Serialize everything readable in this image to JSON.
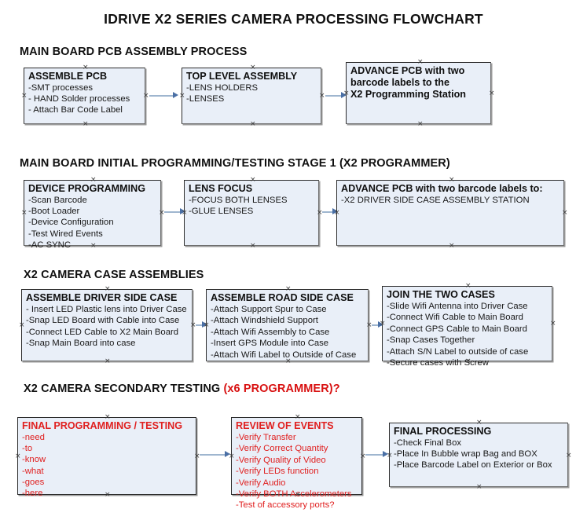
{
  "document": {
    "title": "IDRIVE X2  SERIES CAMERA PROCESSING FLOWCHART"
  },
  "sections": [
    {
      "id": "main-board-pcb-assembly",
      "heading": "MAIN BOARD PCB ASSEMBLY PROCESS",
      "heading_red": "",
      "boxes": [
        {
          "title": "ASSEMBLE PCB",
          "lines": [
            "-SMT processes",
            "- HAND Solder processes",
            "- Attach Bar Code Label"
          ],
          "color": "black"
        },
        {
          "title": "TOP LEVEL ASSEMBLY",
          "lines": [
            "-LENS HOLDERS",
            "-LENSES"
          ],
          "color": "black"
        },
        {
          "title": "ADVANCE PCB with two",
          "lines": [
            "barcode labels to the",
            " X2 Programming Station"
          ],
          "color": "black"
        }
      ]
    },
    {
      "id": "initial-programming-testing",
      "heading": "MAIN BOARD INITIAL PROGRAMMING/TESTING STAGE 1 (X2 PROGRAMMER)",
      "heading_red": "",
      "boxes": [
        {
          "title": "DEVICE PROGRAMMING",
          "lines": [
            "-Scan Barcode",
            "-Boot Loader",
            "-Device Configuration",
            "-Test Wired Events",
            "-AC SYNC"
          ],
          "color": "black"
        },
        {
          "title": "LENS FOCUS",
          "lines": [
            "-FOCUS BOTH LENSES",
            "-GLUE LENSES"
          ],
          "color": "black"
        },
        {
          "title": "ADVANCE PCB with two barcode labels to:",
          "lines": [
            "-X2 DRIVER  SIDE  CASE  ASSEMBLY STATION"
          ],
          "color": "black"
        }
      ]
    },
    {
      "id": "camera-case-assemblies",
      "heading": "X2 CAMERA CASE ASSEMBLIES",
      "heading_red": "",
      "boxes": [
        {
          "title": "ASSEMBLE DRIVER SIDE CASE",
          "lines": [
            "- Insert LED Plastic lens into Driver Case",
            "-Snap LED Board with Cable into Case",
            "-Connect LED Cable to X2 Main Board",
            "-Snap Main Board into case"
          ],
          "color": "black"
        },
        {
          "title": "ASSEMBLE ROAD SIDE CASE",
          "lines": [
            "-Attach Support Spur to Case",
            "-Attach Windshield Support",
            "-Attach Wifi Assembly to Case",
            "-Insert GPS Module into Case",
            "-Attach Wifi Label to Outside of Case"
          ],
          "color": "black"
        },
        {
          "title": "JOIN THE TWO CASES",
          "lines": [
            "-Slide Wifi Antenna into Driver Case",
            "-Connect Wifi Cable to Main Board",
            "-Connect GPS Cable to Main Board",
            "-Snap Cases Together",
            "-Attach S/N Label to outside of case",
            "-Secure cases with Screw"
          ],
          "color": "black"
        }
      ]
    },
    {
      "id": "secondary-testing",
      "heading": "X2 CAMERA SECONDARY TESTING ",
      "heading_red": "(x6 PROGRAMMER)?",
      "boxes": [
        {
          "title": "FINAL PROGRAMMING / TESTING",
          "lines": [
            "-need",
            "-to",
            "-know",
            "-what",
            "-goes",
            "-here"
          ],
          "color": "red"
        },
        {
          "title": "REVIEW OF EVENTS",
          "lines": [
            "-Verify Transfer",
            "-Verify Correct Quantity",
            "-Verify Quality of Video",
            "-Verify LEDs function",
            "-Verify Audio",
            "-Verify BOTH Accelerometers",
            "-Test of accessory ports?"
          ],
          "color": "red"
        },
        {
          "title": "FINAL PROCESSING",
          "lines": [
            "-Check Final Box",
            "-Place In Bubble wrap Bag and BOX",
            "-Place Barcode Label on Exterior or Box"
          ],
          "color": "black"
        }
      ]
    }
  ],
  "colors": {
    "box_fill": "#e9eff8",
    "box_border": "#2b2b2b",
    "connector": "#9fb6cf",
    "arrow_head": "#4a6fa5",
    "red_text": "#e02020",
    "heading_red": "#d81111",
    "body_text": "#101010"
  }
}
